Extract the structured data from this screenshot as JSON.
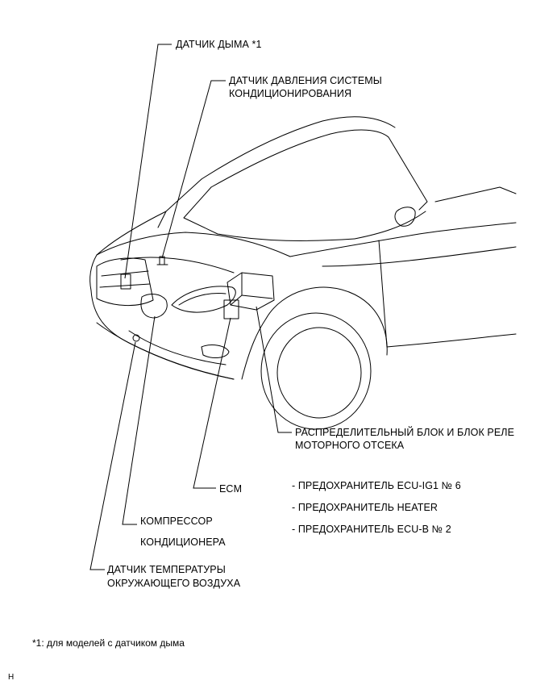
{
  "labels": {
    "smoke_sensor": "ДАТЧИК ДЫМА *1",
    "ac_pressure_line1": "ДАТЧИК ДАВЛЕНИЯ СИСТЕМЫ",
    "ac_pressure_line2": "КОНДИЦИОНИРОВАНИЯ",
    "relay_block_line1": "РАСПРЕДЕЛИТЕЛЬНЫЙ БЛОК И БЛОК РЕЛЕ",
    "relay_block_line2": "МОТОРНОГО ОТСЕКА",
    "ecm": "ECM",
    "compressor_line1": "КОМПРЕССОР",
    "compressor_line2": "КОНДИЦИОНЕРА",
    "ambient_sensor_line1": "ДАТЧИК ТЕМПЕРАТУРЫ",
    "ambient_sensor_line2": "ОКРУЖАЮЩЕГО ВОЗДУХА"
  },
  "fuses": [
    "- ПРЕДОХРАНИТЕЛЬ ECU-IG1 № 6",
    "- ПРЕДОХРАНИТЕЛЬ HEATER",
    "- ПРЕДОХРАНИТЕЛЬ ECU-B № 2"
  ],
  "footnote": "*1: для моделей с датчиком дыма",
  "corner_mark": "H"
}
